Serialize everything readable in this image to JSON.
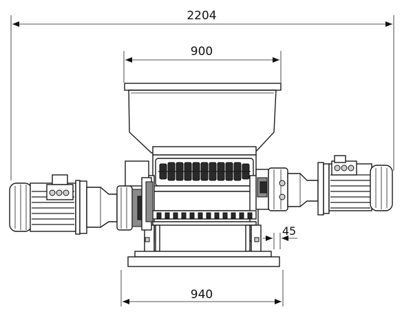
{
  "drawing": {
    "dimensions": {
      "overall_width": "2204",
      "hopper_width": "900",
      "base_width": "940",
      "small_gap": "45"
    }
  }
}
